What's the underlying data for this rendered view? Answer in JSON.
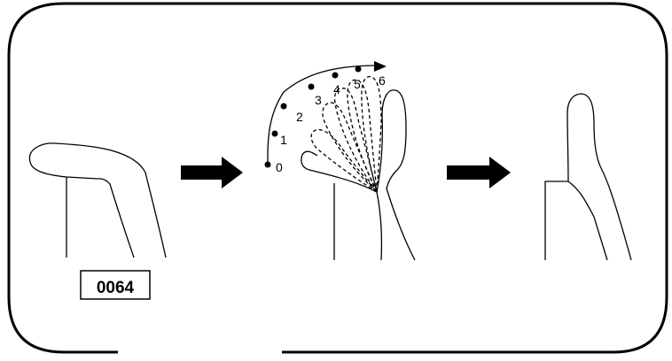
{
  "figure": {
    "label": "0064",
    "steps": [
      "0",
      "1",
      "2",
      "3",
      "4",
      "5",
      "6"
    ],
    "stroke_color": "#000000",
    "background_color": "#ffffff"
  }
}
